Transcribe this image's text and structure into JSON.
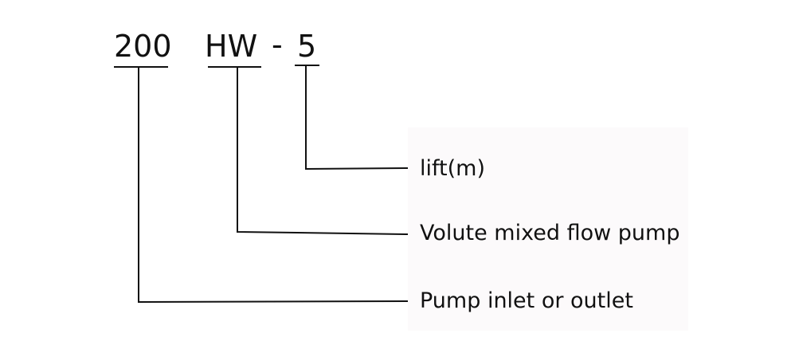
{
  "model_code": {
    "part_1": "200",
    "part_2": "HW",
    "separator": "-",
    "part_3": "5"
  },
  "labels": {
    "lift": "lift(m)",
    "volute": "Volute mixed flow pump",
    "inlet": "Pump inlet or outlet"
  },
  "colors": {
    "text": "#111111",
    "line": "#111111",
    "panel": "#fcfafb",
    "background": "#ffffff"
  }
}
